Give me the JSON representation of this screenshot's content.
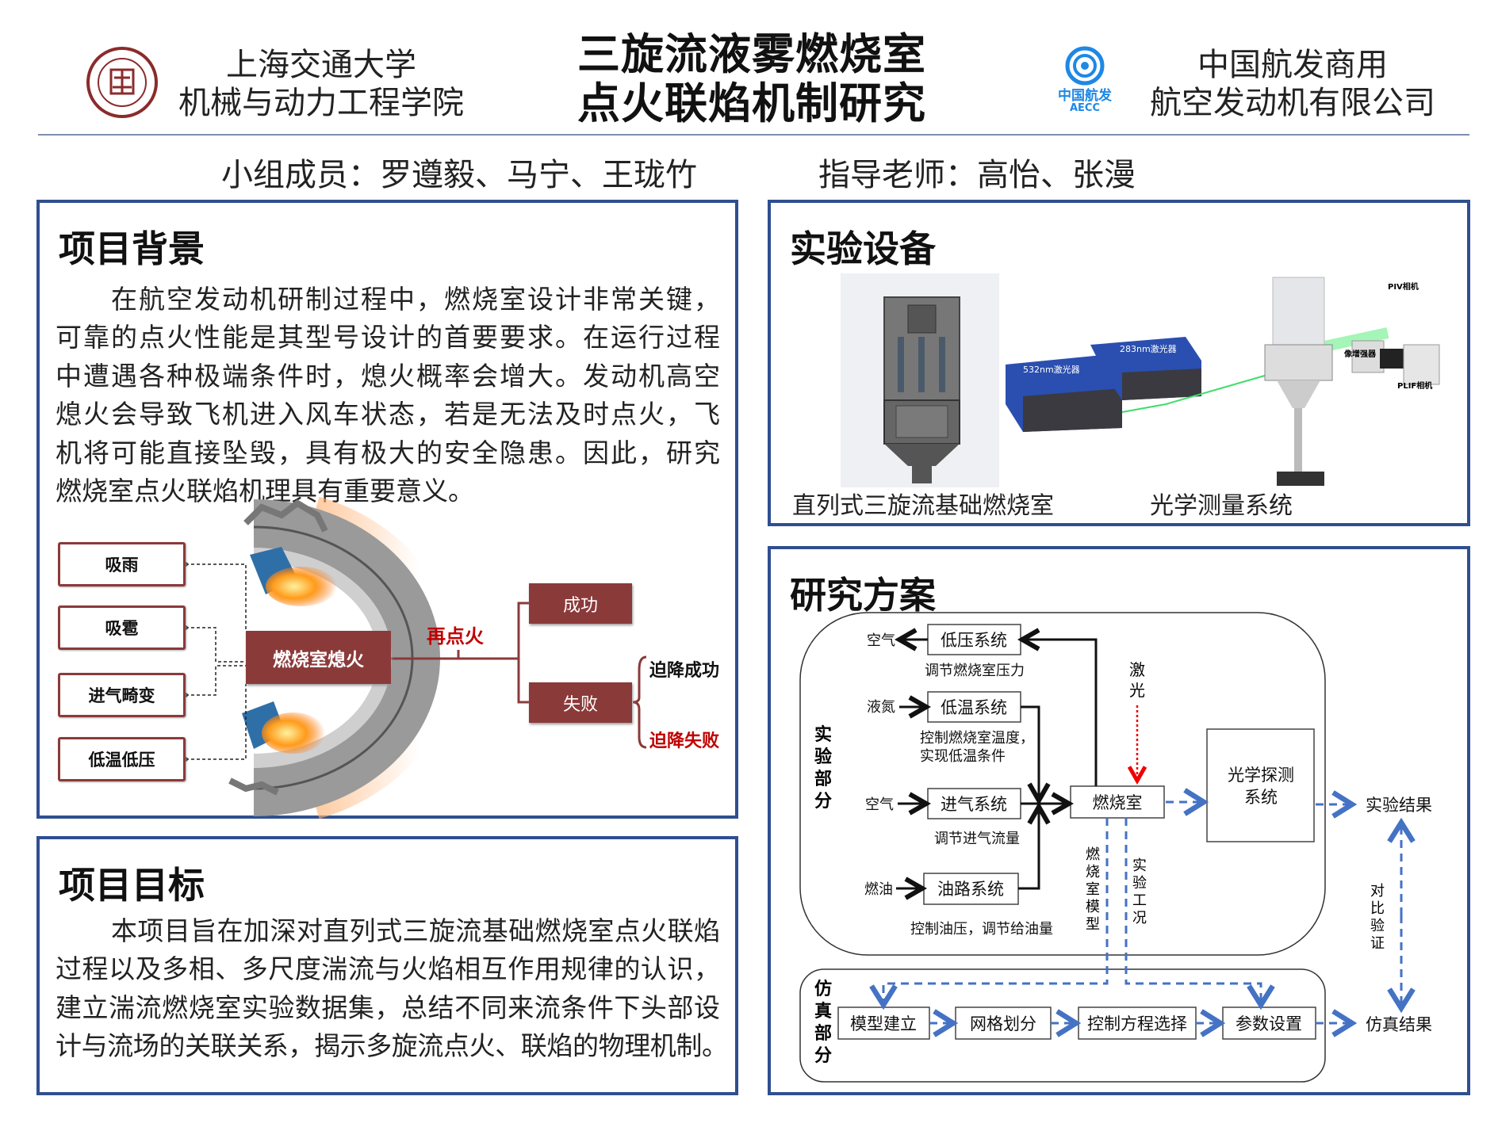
{
  "header": {
    "left_org": [
      "上海交通大学",
      "机械与动力工程学院"
    ],
    "title": [
      "三旋流液雾燃烧室",
      "点火联焰机制研究"
    ],
    "right_logo_text": [
      "中国航发",
      "AECC"
    ],
    "right_org": [
      "中国航发商用",
      "航空发动机有限公司"
    ],
    "members": "小组成员：罗遵毅、马宁、王珑竹",
    "advisors": "指导老师：高怡、张漫"
  },
  "background": {
    "title": "项目背景",
    "lines": [
      "在航空发动机研制过程中，燃烧室设计非常关键，",
      "可靠的点火性能是其型号设计的首要要求。在运行过程",
      "中遭遇各种极端条件时，熄火概率会增大。发动机高空",
      "熄火会导致飞机进入风车状态，若是无法及时点火，飞",
      "机将可能直接坠毁，具有极大的安全隐患。因此，研究",
      "燃烧室点火联焰机理具有重要意义。"
    ],
    "diagram": {
      "causes": [
        "吸雨",
        "吸雹",
        "进气畸变",
        "低温低压"
      ],
      "center": "燃烧室熄火",
      "reignite": "再点火",
      "success": "成功",
      "failure": "失败",
      "forced_success": "迫降成功",
      "forced_failure": "迫降失败"
    }
  },
  "goal": {
    "title": "项目目标",
    "lines": [
      "本项目旨在加深对直列式三旋流基础燃烧室点火联焰",
      "过程以及多相、多尺度湍流与火焰相互作用规律的认识，",
      "建立湍流燃烧室实验数据集，总结不同来流条件下头部设",
      "计与流场的关联关系，揭示多旋流点火、联焰的物理机制。"
    ]
  },
  "equipment": {
    "title": "实验设备",
    "caption_left": "直列式三旋流基础燃烧室",
    "caption_right": "光学测量系统",
    "labels": {
      "laser532": "532nm激光器",
      "laser283": "283nm激光器",
      "piv": "PIV相机",
      "intensifier": "像增强器",
      "plif": "PLIF相机"
    }
  },
  "scheme": {
    "title": "研究方案",
    "exp_part": [
      "实",
      "验",
      "部",
      "分"
    ],
    "sim_part": [
      "仿",
      "真",
      "部",
      "分"
    ],
    "low_pressure": "低压系统",
    "air_out": "空气",
    "lp_note": "调节燃烧室压力",
    "low_temp": "低温系统",
    "ln2": "液氮",
    "lt_note1": "控制燃烧室温度，",
    "lt_note2": "实现低温条件",
    "intake": "进气系统",
    "air_in": "空气",
    "in_note": "调节进气流量",
    "fuel_sys": "油路系统",
    "fuel": "燃油",
    "fuel_note": "控制油压，调节给油量",
    "combustor": "燃烧室",
    "laser": [
      "激",
      "光"
    ],
    "optical": [
      "光学探测",
      "系统"
    ],
    "exp_result": "实验结果",
    "sim_result": "仿真结果",
    "compare": [
      "对",
      "比",
      "验",
      "证"
    ],
    "model_label": [
      "燃",
      "烧",
      "室",
      "模",
      "型"
    ],
    "cond_label": [
      "实",
      "验",
      "工",
      "况"
    ],
    "sim_steps": [
      "模型建立",
      "网格划分",
      "控制方程选择",
      "参数设置"
    ]
  },
  "colors": {
    "panel_border": "#2f4f8f",
    "accent_red": "#8b3a3a",
    "dash_blue": "#4472c4",
    "alert_red": "#c00000"
  }
}
